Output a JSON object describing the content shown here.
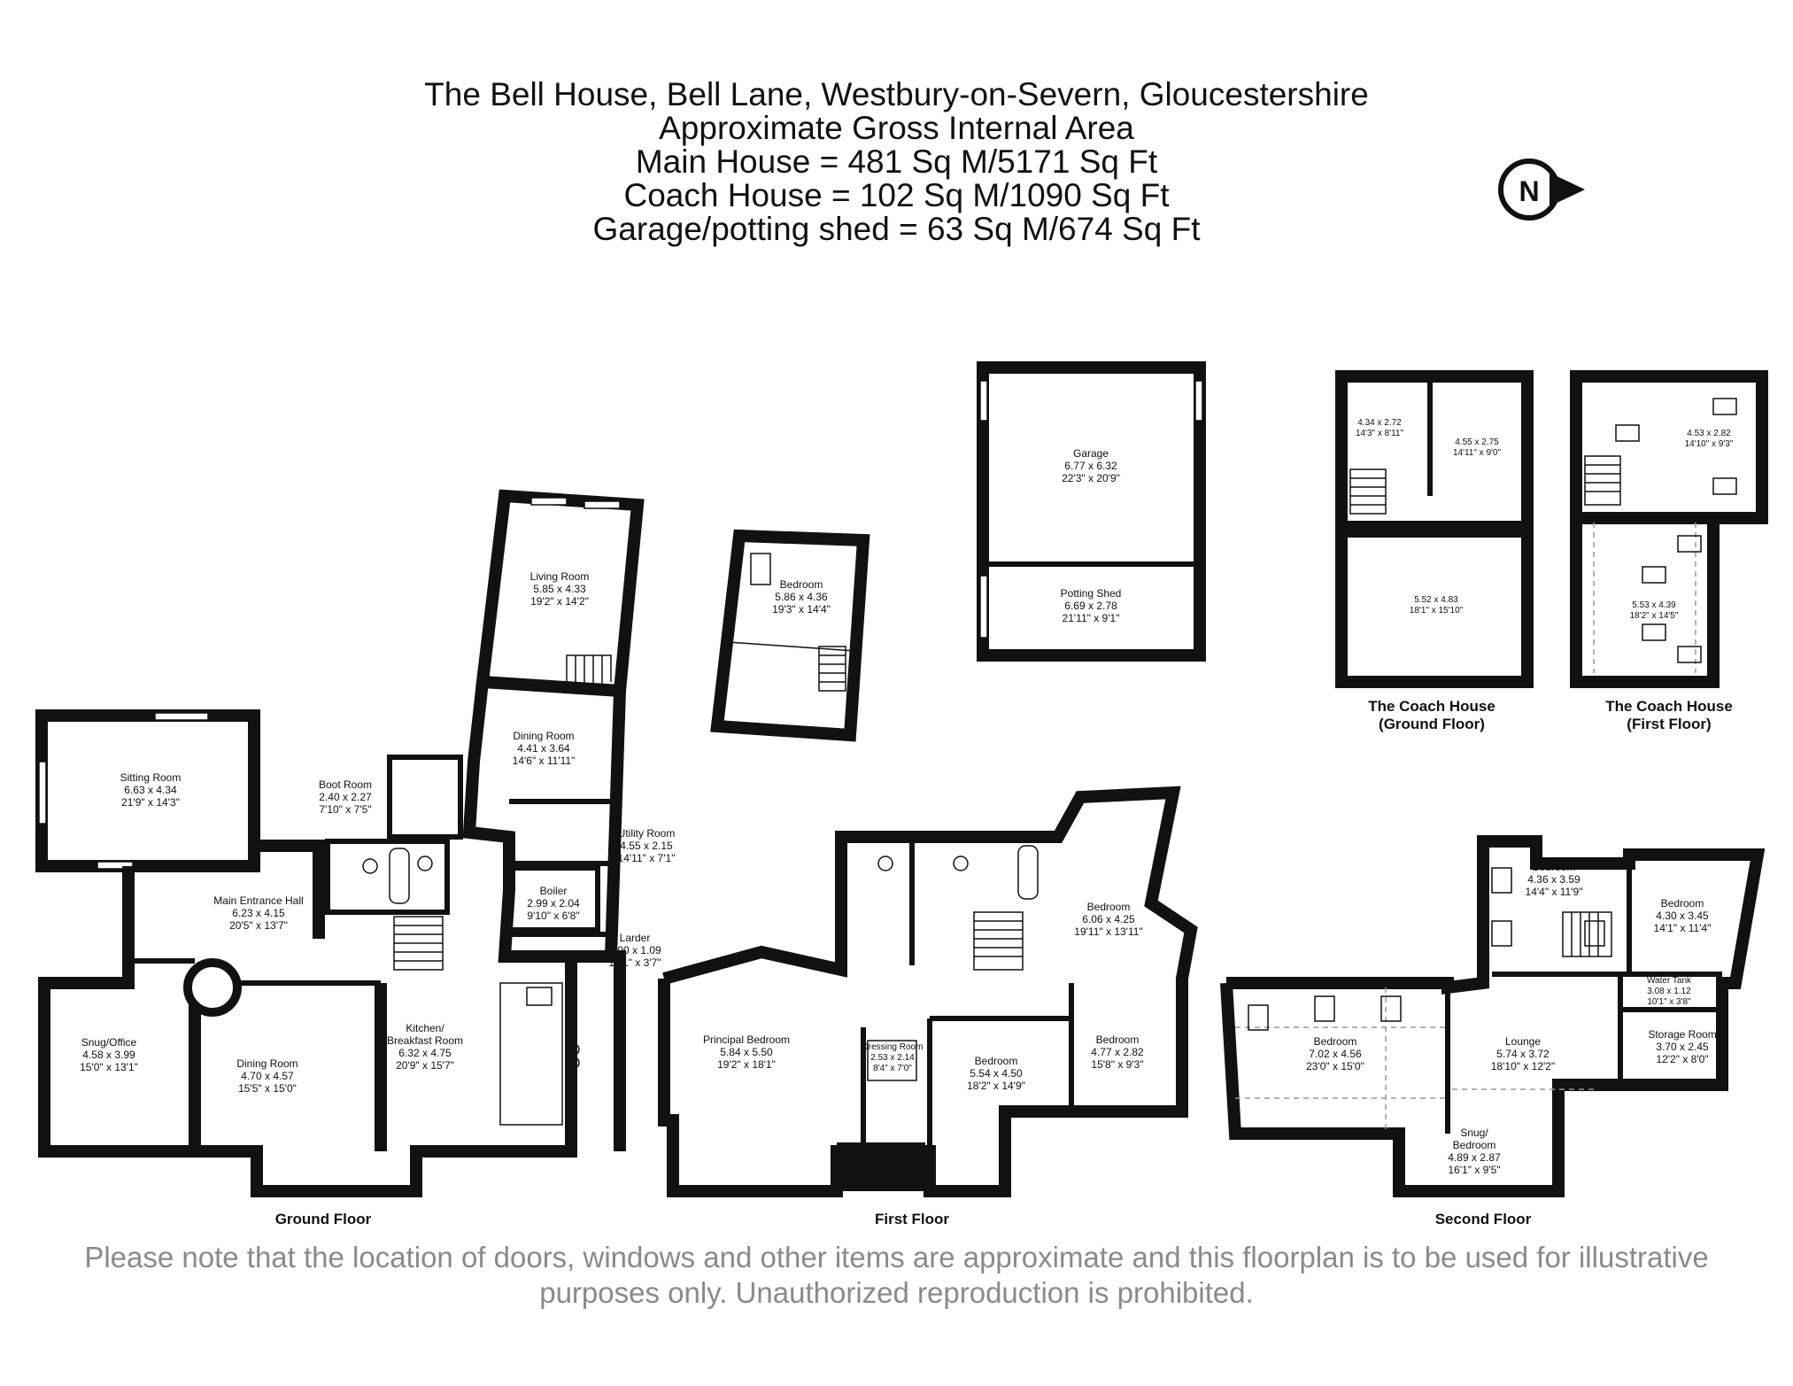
{
  "header": {
    "line1": "The Bell House, Bell Lane, Westbury-on-Severn, Gloucestershire",
    "line2": "Approximate Gross Internal Area",
    "line3": "Main House = 481 Sq M/5171 Sq Ft",
    "line4": "Coach House = 102 Sq M/1090 Sq Ft",
    "line5": "Garage/potting shed = 63 Sq M/674 Sq Ft"
  },
  "compass": {
    "letter": "N"
  },
  "floors": {
    "ground": "Ground Floor",
    "first": "First Floor",
    "second": "Second Floor",
    "coach_ground": [
      "The Coach House",
      "(Ground Floor)"
    ],
    "coach_first": [
      "The Coach House",
      "(First Floor)"
    ]
  },
  "rooms": {
    "sitting": [
      "Sitting Room",
      "6.63 x 4.34",
      "21'9\" x 14'3\""
    ],
    "boot": [
      "Boot Room",
      "2.40 x 2.27",
      "7'10\" x 7'5\""
    ],
    "living": [
      "Living Room",
      "5.85 x 4.33",
      "19'2\" x 14'2\""
    ],
    "dining_upper": [
      "Dining Room",
      "4.41 x 3.64",
      "14'6\" x 11'11\""
    ],
    "utility": [
      "Utility Room",
      "4.55 x 2.15",
      "14'11\" x 7'1\""
    ],
    "boiler": [
      "Boiler",
      "2.99 x 2.04",
      "9'10\" x 6'8\""
    ],
    "larder": [
      "Larder",
      "4.00 x 1.09",
      "13'1\" x 3'7\""
    ],
    "hall": [
      "Main Entrance Hall",
      "6.23 x 4.15",
      "20'5\" x 13'7\""
    ],
    "snug_office": [
      "Snug/Office",
      "4.58 x 3.99",
      "15'0\" x 13'1\""
    ],
    "dining_lower": [
      "Dining Room",
      "4.70 x 4.57",
      "15'5\" x 15'0\""
    ],
    "kitchen": [
      "Kitchen/",
      "Breakfast Room",
      "6.32 x 4.75",
      "20'9\" x 15'7\""
    ],
    "annex_bedroom": [
      "Bedroom",
      "5.86 x 4.36",
      "19'3\" x 14'4\""
    ],
    "garage": [
      "Garage",
      "6.77 x 6.32",
      "22'3\" x 20'9\""
    ],
    "potting": [
      "Potting Shed",
      "6.69 x 2.78",
      "21'11\" x 9'1\""
    ],
    "coach_g1": [
      "4.34 x 2.72",
      "14'3\" x 8'11\""
    ],
    "coach_g2": [
      "4.55 x 2.75",
      "14'11\" x 9'0\""
    ],
    "coach_g3": [
      "5.52 x 4.83",
      "18'1\" x 15'10\""
    ],
    "coach_f1": [
      "4.53 x 2.82",
      "14'10\" x 9'3\""
    ],
    "coach_f2": [
      "5.53 x 4.39",
      "18'2\" x 14'5\""
    ],
    "principal": [
      "Principal Bedroom",
      "5.84 x 5.50",
      "19'2\" x 18'1\""
    ],
    "dressing": [
      "Dressing Room",
      "2.53 x 2.14",
      "8'4\" x 7'0\""
    ],
    "f_bed_center": [
      "Bedroom",
      "5.54 x 4.50",
      "18'2\" x 14'9\""
    ],
    "f_bed_right": [
      "Bedroom",
      "4.77 x 2.82",
      "15'8\" x 9'3\""
    ],
    "f_bed_top": [
      "Bedroom",
      "6.06 x 4.25",
      "19'11\" x 13'11\""
    ],
    "s_bed_top": [
      "Bedroom",
      "4.36 x 3.59",
      "14'4\" x 11'9\""
    ],
    "s_bed_right": [
      "Bedroom",
      "4.30 x 3.45",
      "14'1\" x 11'4\""
    ],
    "water_tank": [
      "Water Tank",
      "3.08 x 1.12",
      "10'1\" x 3'8\""
    ],
    "storage": [
      "Storage Room",
      "3.70 x 2.45",
      "12'2\" x 8'0\""
    ],
    "lounge": [
      "Lounge",
      "5.74 x 3.72",
      "18'10\" x 12'2\""
    ],
    "s_bed_left": [
      "Bedroom",
      "7.02 x 4.56",
      "23'0\" x 15'0\""
    ],
    "s_snug": [
      "Snug/",
      "Bedroom",
      "4.89 x 2.87",
      "16'1\" x 9'5\""
    ]
  },
  "disclaimer": {
    "line1": "Please note that the location of doors, windows and other items are approximate and this floorplan is to be used for illustrative",
    "line2": "purposes only. Unauthorized reproduction is prohibited."
  }
}
